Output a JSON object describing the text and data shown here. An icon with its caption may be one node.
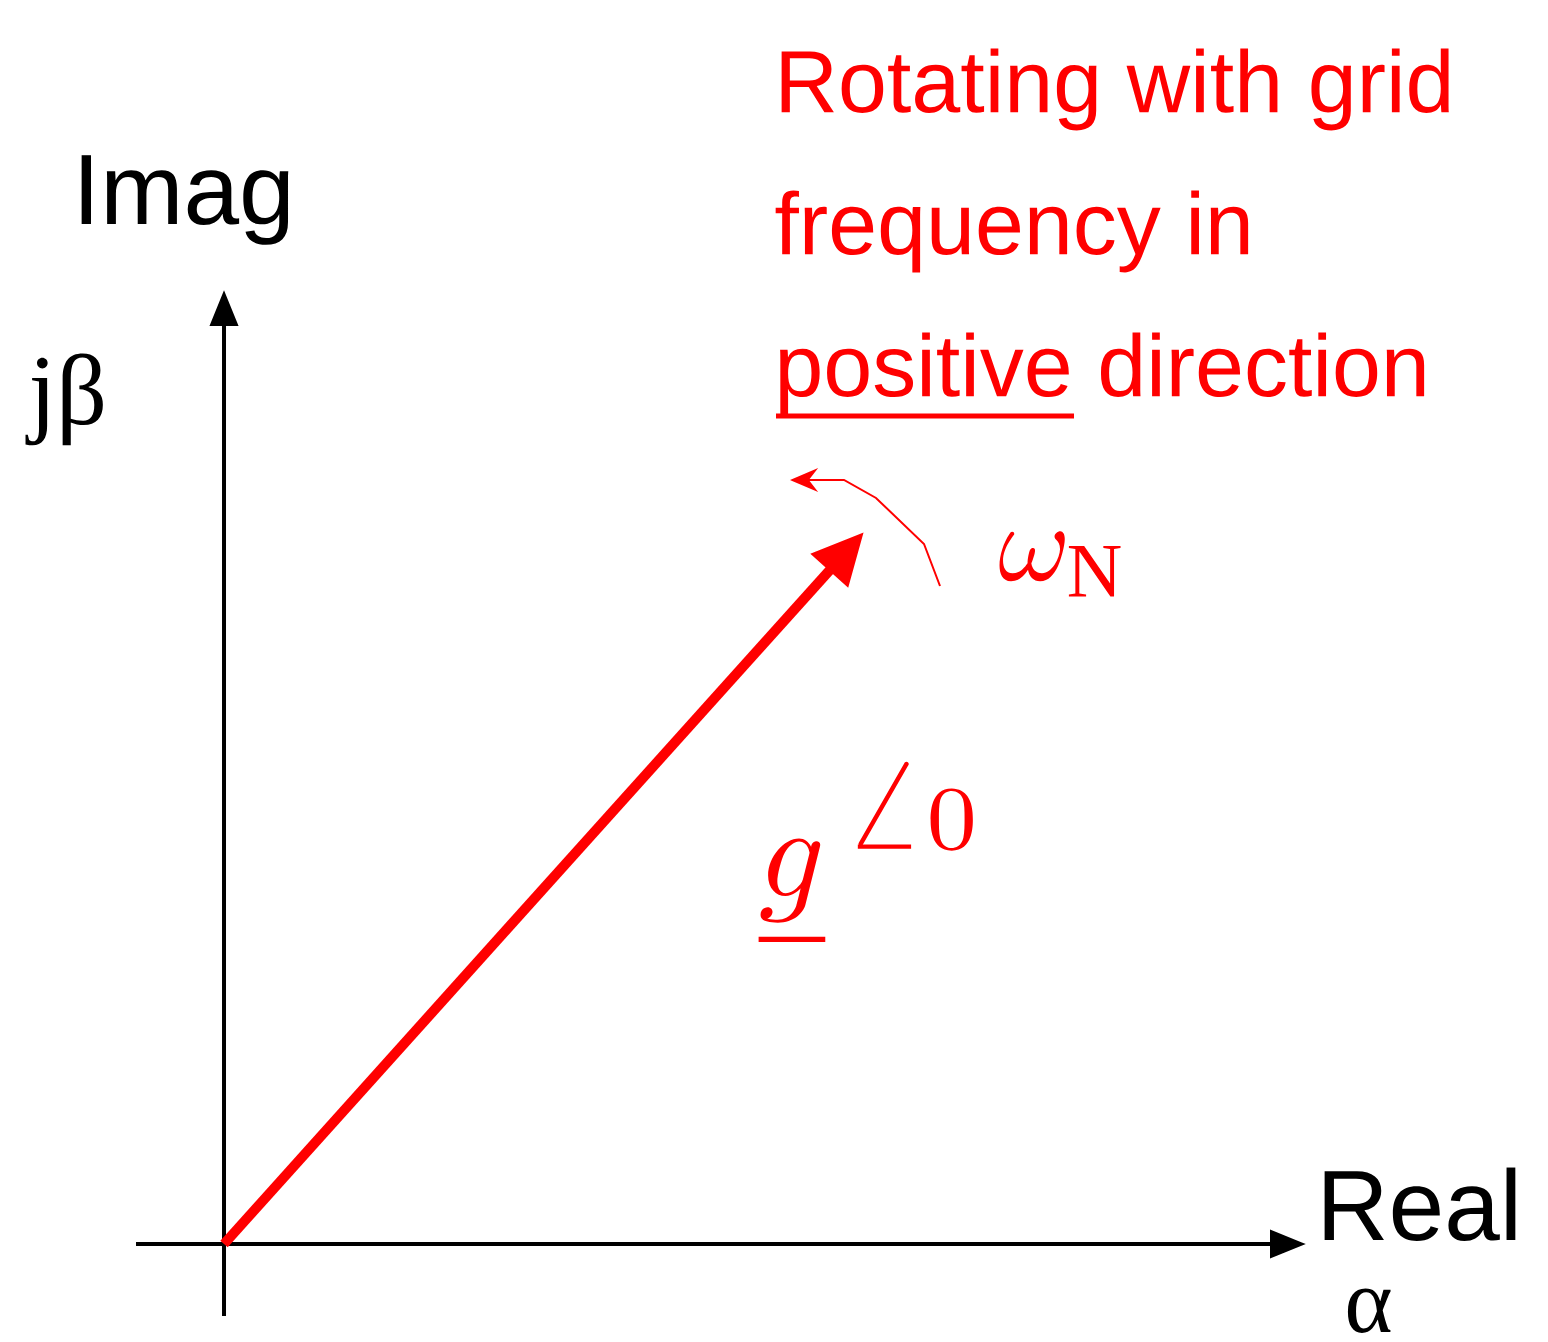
{
  "diagram": {
    "labels": [
      "Rotating with grid frequency in positive direction",
      "Imag",
      "jβ",
      "\\omega_{\\mathrm{N}}",
      "\\underline{g}^{\\,\\angle 0}",
      "Real",
      "α"
    ]
  }
}
